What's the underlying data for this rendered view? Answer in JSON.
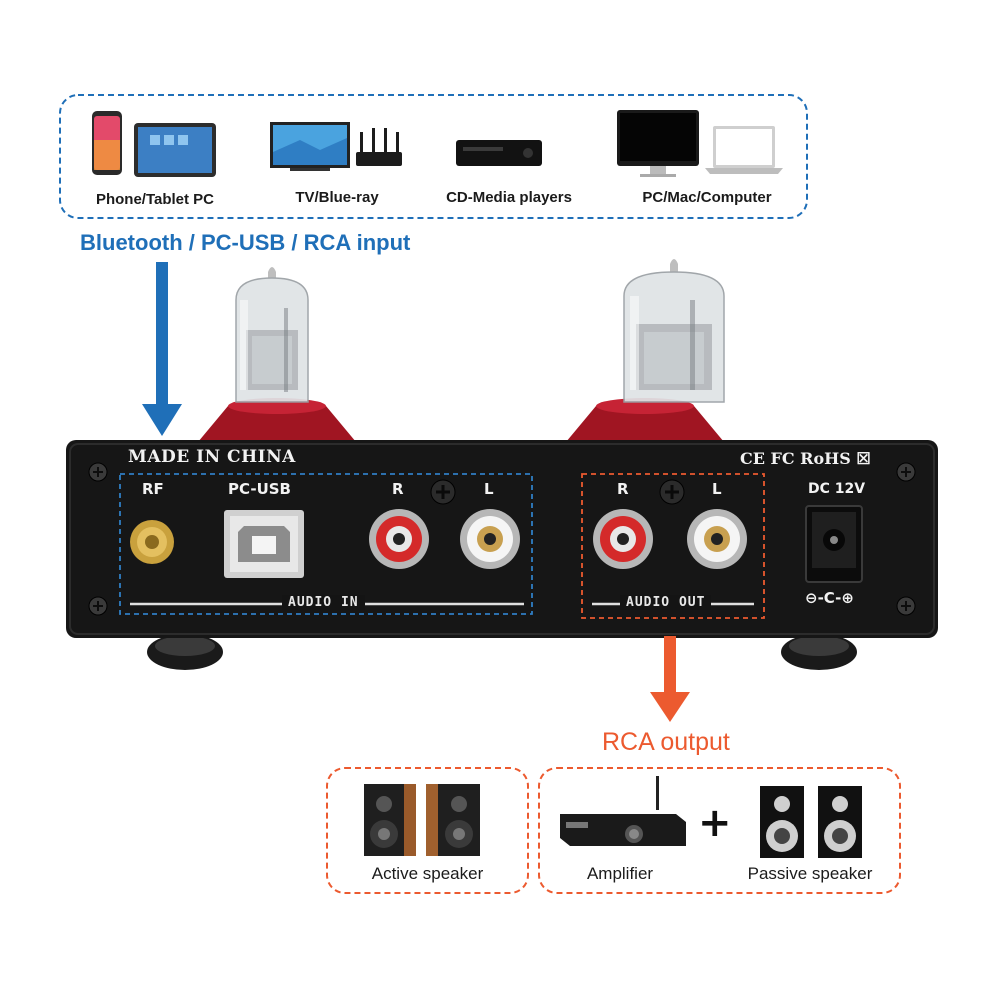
{
  "input_sources": {
    "devices": [
      {
        "label": "Phone/Tablet PC",
        "icon": "phone-tablet-icon"
      },
      {
        "label": "TV/Blue-ray",
        "icon": "tv-router-icon"
      },
      {
        "label": "CD-Media players",
        "icon": "cd-player-icon"
      },
      {
        "label": "PC/Mac/Computer",
        "icon": "monitor-laptop-icon"
      }
    ],
    "caption": "Bluetooth / PC-USB / RCA input"
  },
  "back_panel": {
    "maker_text": "MADE IN CHINA",
    "certifications": "CE FC RoHS ☒",
    "rf_label": "RF",
    "usb_label": "PC-USB",
    "in_r_label": "R",
    "in_l_label": "L",
    "out_r_label": "R",
    "out_l_label": "L",
    "audio_in_label": "AUDIO IN",
    "audio_out_label": "AUDIO OUT",
    "dc_label": "DC 12V",
    "polarity_symbol": "⊖-C-⊕"
  },
  "output": {
    "caption": "RCA output",
    "targets": [
      {
        "label": "Active speaker",
        "icon": "active-speaker-icon"
      },
      {
        "label": "Amplifier",
        "icon": "amplifier-icon"
      },
      {
        "label": "Passive speaker",
        "icon": "passive-speaker-icon"
      }
    ],
    "plus_symbol": "+"
  },
  "colors": {
    "input_accent": "#1f6fb8",
    "output_accent": "#ec5a2f",
    "panel": "#161616",
    "tube_base": "#a01522"
  }
}
